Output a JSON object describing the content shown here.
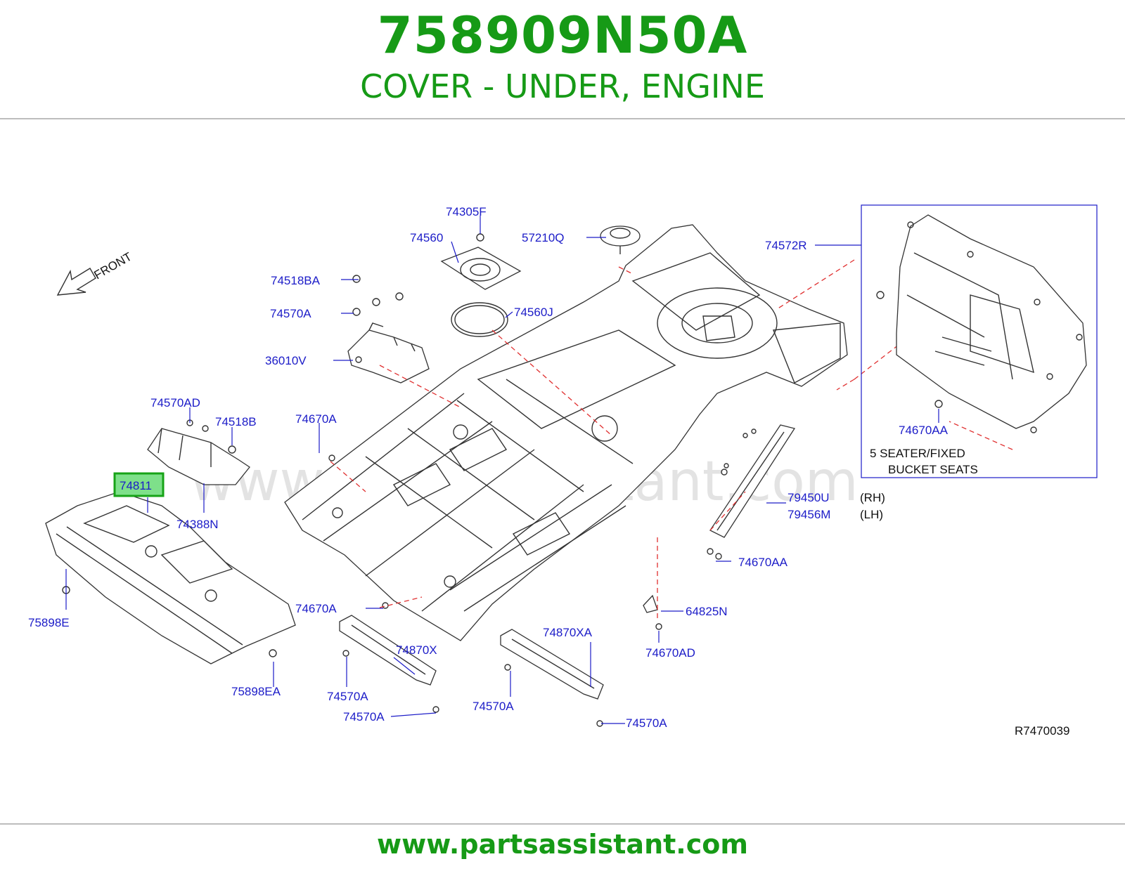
{
  "header": {
    "part_number": "758909N50A",
    "description": "COVER - UNDER, ENGINE"
  },
  "footer": {
    "url": "www.partsassistant.com"
  },
  "diagram": {
    "watermark": "www.partsassistant.com",
    "front_label": "FRONT",
    "reference_code": "R7470039",
    "inset_note_line1": "5  SEATER/FIXED",
    "inset_note_line2": "BUCKET  SEATS",
    "highlighted_part": "74811",
    "callouts": [
      {
        "id": "c-74305F",
        "text": "74305F"
      },
      {
        "id": "c-74560",
        "text": "74560"
      },
      {
        "id": "c-57210Q",
        "text": "57210Q"
      },
      {
        "id": "c-74572R",
        "text": "74572R"
      },
      {
        "id": "c-74518BA",
        "text": "74518BA"
      },
      {
        "id": "c-74570A-1",
        "text": "74570A"
      },
      {
        "id": "c-74560J",
        "text": "74560J"
      },
      {
        "id": "c-36010V",
        "text": "36010V"
      },
      {
        "id": "c-74570AD-1",
        "text": "74570AD"
      },
      {
        "id": "c-74518B",
        "text": "74518B"
      },
      {
        "id": "c-74670A-1",
        "text": "74670A"
      },
      {
        "id": "c-74811",
        "text": "74811"
      },
      {
        "id": "c-74388N",
        "text": "74388N"
      },
      {
        "id": "c-74670AA-1",
        "text": "74670AA"
      },
      {
        "id": "c-79450U",
        "text": "79450U"
      },
      {
        "id": "c-RH",
        "text": "(RH)"
      },
      {
        "id": "c-79456M",
        "text": "79456M"
      },
      {
        "id": "c-LH",
        "text": "(LH)"
      },
      {
        "id": "c-74670AA-2",
        "text": "74670AA"
      },
      {
        "id": "c-75898E",
        "text": "75898E"
      },
      {
        "id": "c-74670A-2",
        "text": "74670A"
      },
      {
        "id": "c-64825N",
        "text": "64825N"
      },
      {
        "id": "c-74870XA",
        "text": "74870XA"
      },
      {
        "id": "c-74870X",
        "text": "74870X"
      },
      {
        "id": "c-74670AD",
        "text": "74670AD"
      },
      {
        "id": "c-75898EA",
        "text": "75898EA"
      },
      {
        "id": "c-74570A-2",
        "text": "74570A"
      },
      {
        "id": "c-74570A-3",
        "text": "74570A"
      },
      {
        "id": "c-74570A-4",
        "text": "74570A"
      },
      {
        "id": "c-74570A-5",
        "text": "74570A"
      }
    ]
  }
}
